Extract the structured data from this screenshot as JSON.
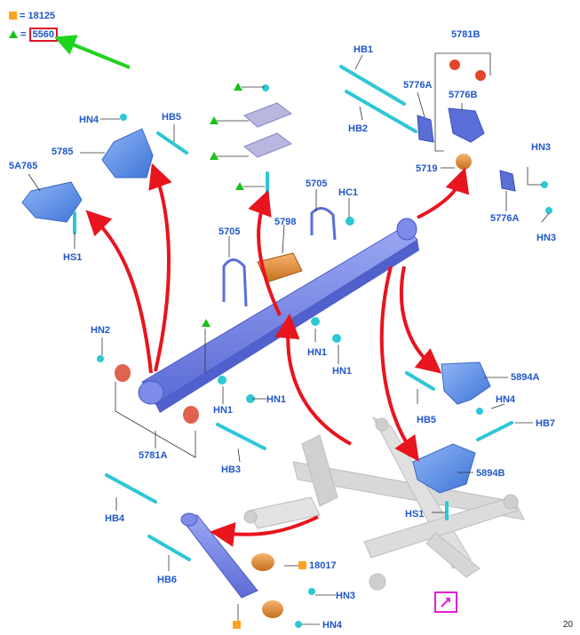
{
  "legend": {
    "square_value": "18125",
    "triangle_value": "5560",
    "eq": "="
  },
  "labels": {
    "HN4_top": "HN4",
    "HB5_top": "HB5",
    "p5785": "5785",
    "p5A765": "5A765",
    "HS1_left": "HS1",
    "HB1": "HB1",
    "HB2": "HB2",
    "p5781B": "5781B",
    "p5776A_top": "5776A",
    "p5776B": "5776B",
    "p5719": "5719",
    "HN3_top": "HN3",
    "p5776A_bot": "5776A",
    "HN3_right": "HN3",
    "p5705_right": "5705",
    "HC1": "HC1",
    "p5798": "5798",
    "p5705_left": "5705",
    "HN2": "HN2",
    "HN1_a": "HN1",
    "HN1_b": "HN1",
    "HN1_c": "HN1",
    "HN1_d": "HN1",
    "p5894A": "5894A",
    "HN4_mid": "HN4",
    "HB5_mid": "HB5",
    "HB7": "HB7",
    "p5894B": "5894B",
    "HS1_mid": "HS1",
    "p5781A": "5781A",
    "HB3": "HB3",
    "HB4": "HB4",
    "HB6": "HB6",
    "p18017": "18017",
    "HN3_bot": "HN3",
    "HN4_bot": "HN4"
  },
  "page_number": "20",
  "colors": {
    "label": "#1f57c9",
    "arrow_red": "#e8141e",
    "arrow_green": "#1ed41e",
    "part_blue": "#6f80e6",
    "bracket_blue": "#5b8de8",
    "fastener_cyan": "#2ec7d4",
    "bushing_orange": "#e08d3a",
    "bushing_red": "#e0624f",
    "frame_grey": "#c9c9c9",
    "nav_magenta": "#e21fd4"
  },
  "icons": {
    "nav": "navigate-arrow-icon"
  }
}
